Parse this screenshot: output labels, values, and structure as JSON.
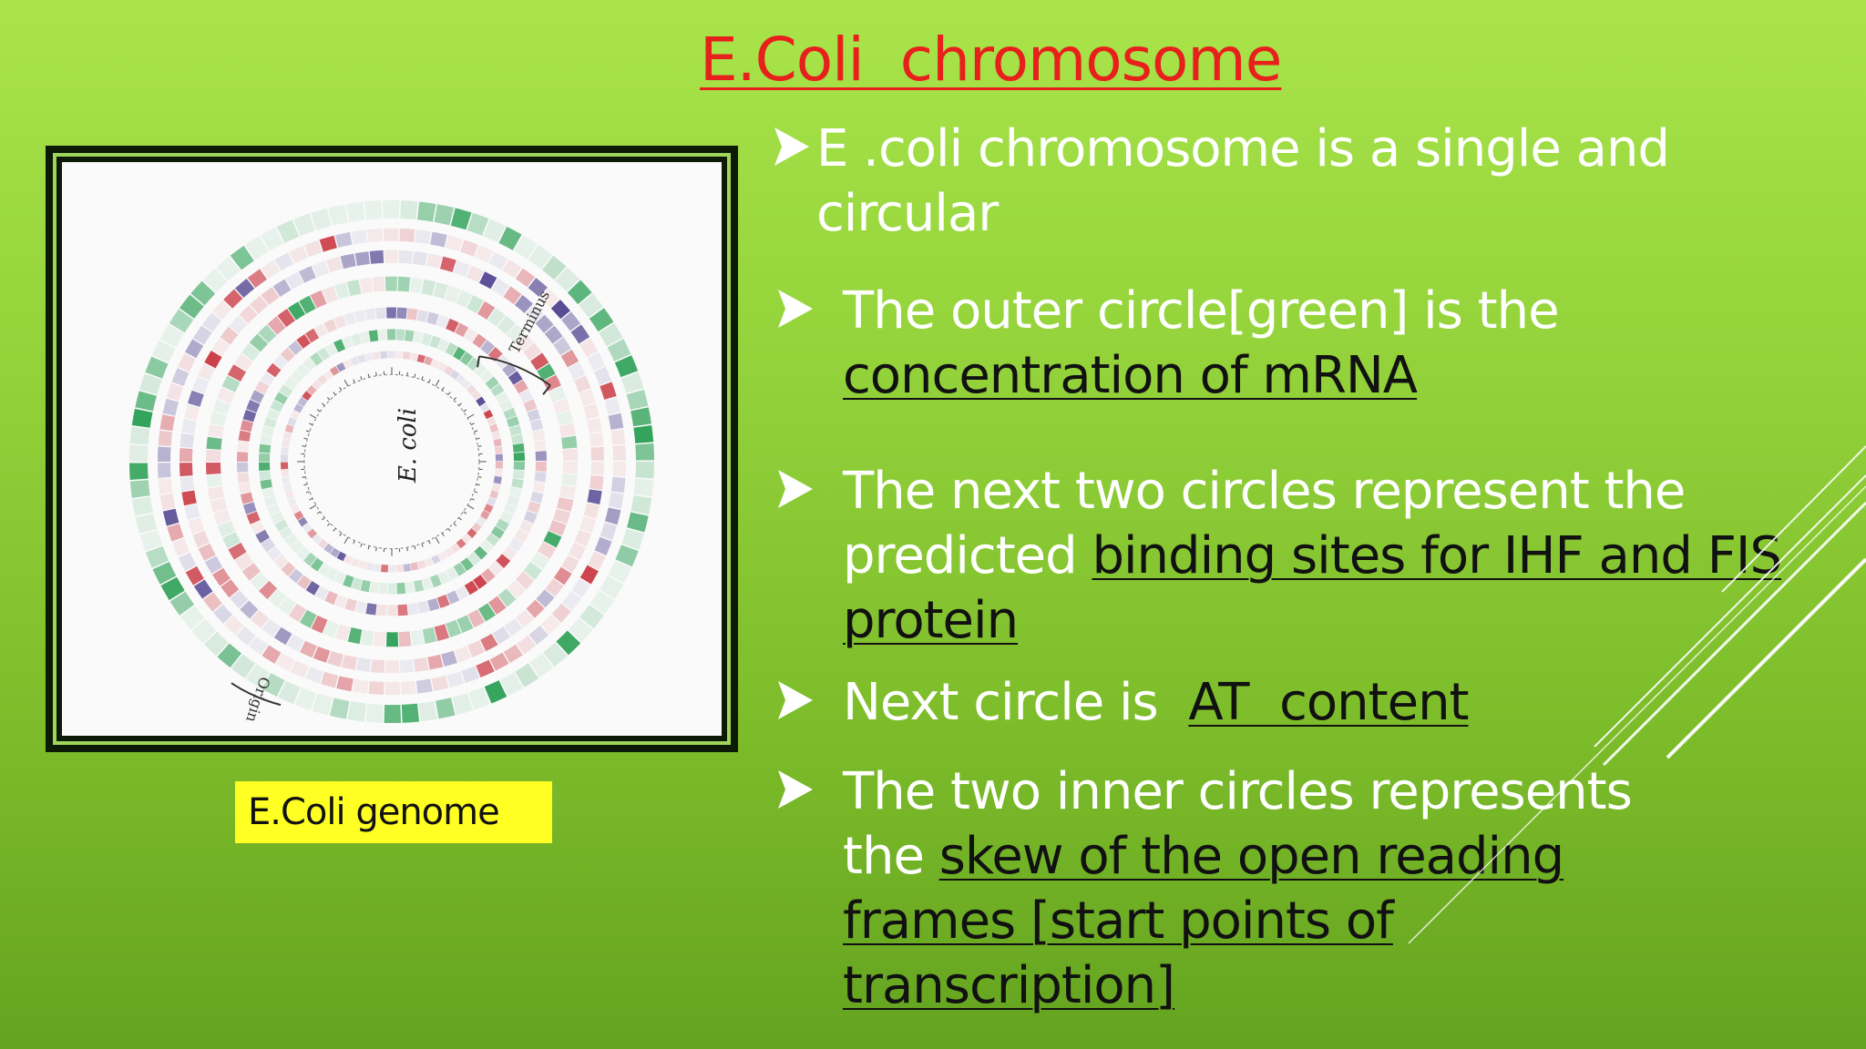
{
  "slide": {
    "title": "E.Coli  chromosome",
    "bullets": [
      {
        "parts": [
          {
            "text": "E .coli chromosome is a single and circular",
            "style": "white"
          }
        ]
      },
      {
        "parts": [
          {
            "text": "The outer circle[green] is the ",
            "style": "white"
          },
          {
            "text": "concentration of mRNA",
            "style": "dark"
          }
        ]
      },
      {
        "parts": [
          {
            "text": "The next two circles represent the predicted ",
            "style": "white"
          },
          {
            "text": "binding sites for IHF and FIS protein",
            "style": "dark"
          }
        ]
      },
      {
        "parts": [
          {
            "text": "Next circle is  ",
            "style": "white"
          },
          {
            "text": "AT  content",
            "style": "dark"
          }
        ]
      },
      {
        "parts": [
          {
            "text": "The two inner circles represents the ",
            "style": "white"
          },
          {
            "text": "skew of the open reading frames [start points of transcription]",
            "style": "dark"
          }
        ]
      }
    ],
    "caption": "E.Coli genome"
  },
  "figure": {
    "center_label": "E. coli",
    "terminus_label": "Terminus",
    "origin_label": "Origin"
  },
  "colors": {
    "title": "#e8201c",
    "white_text": "#ffffff",
    "dark_text": "#111111",
    "caption_bg": "#ffff24",
    "ring_green": "#1e9a4a",
    "ring_red": "#c8323c",
    "ring_purple": "#4a3c8c"
  },
  "icons": {
    "bullet": "arrowhead-bullet-icon"
  }
}
